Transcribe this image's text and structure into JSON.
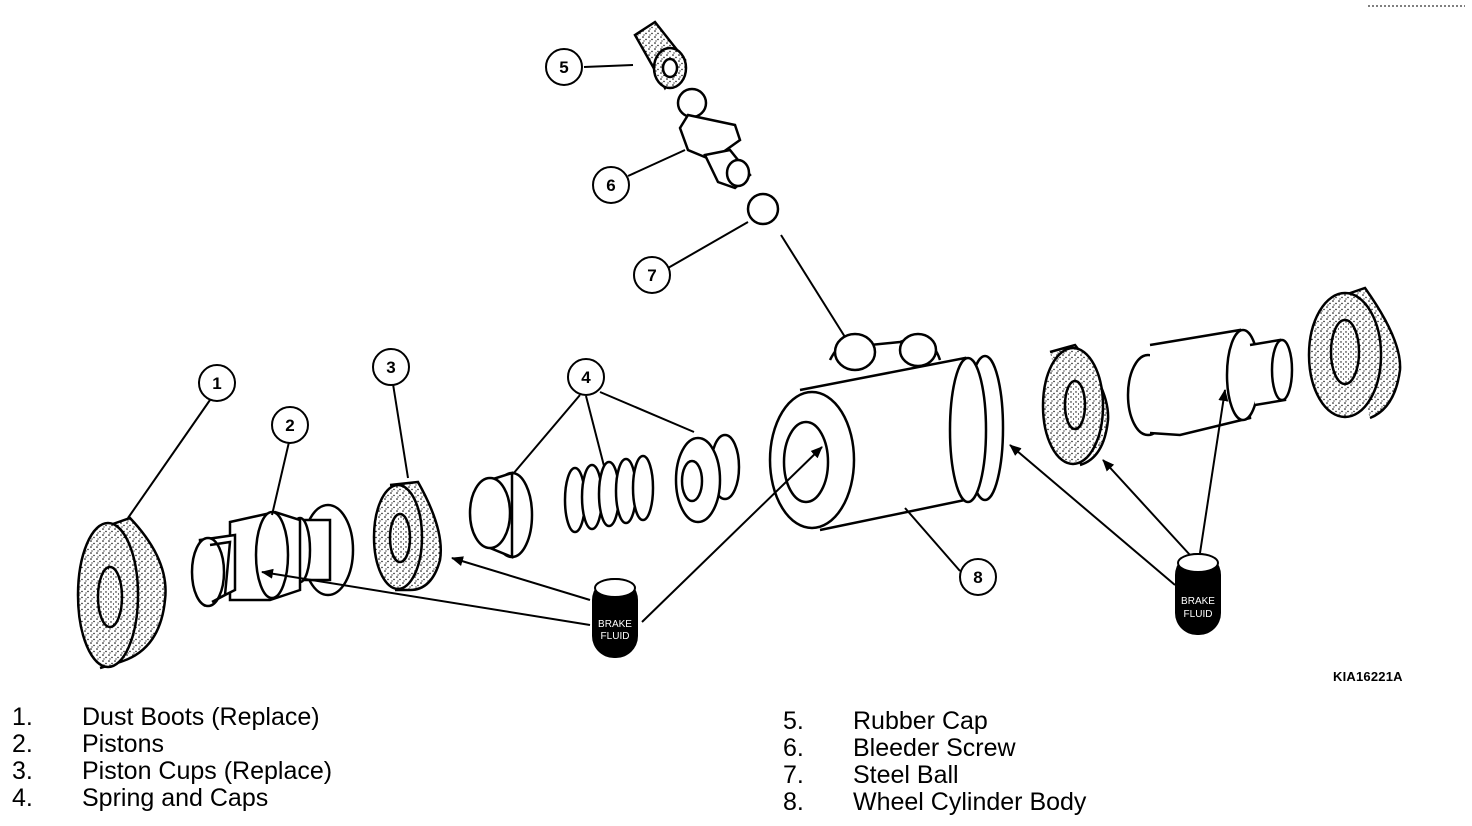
{
  "figure": {
    "code": "KIA16221A",
    "bottle_label": "BRAKE FLUID",
    "bottle_label_line1": "BRAKE",
    "bottle_label_line2": "FLUID"
  },
  "callouts": [
    "1",
    "2",
    "3",
    "4",
    "5",
    "6",
    "7",
    "8"
  ],
  "legend": {
    "left": [
      {
        "num": "1.",
        "label": "Dust Boots (Replace)"
      },
      {
        "num": "2.",
        "label": "Pistons"
      },
      {
        "num": "3.",
        "label": "Piston Cups (Replace)"
      },
      {
        "num": "4.",
        "label": "Spring and Caps"
      }
    ],
    "right": [
      {
        "num": "5.",
        "label": "Rubber Cap"
      },
      {
        "num": "6.",
        "label": "Bleeder Screw"
      },
      {
        "num": "7.",
        "label": "Steel Ball"
      },
      {
        "num": "8.",
        "label": "Wheel Cylinder Body"
      }
    ]
  }
}
